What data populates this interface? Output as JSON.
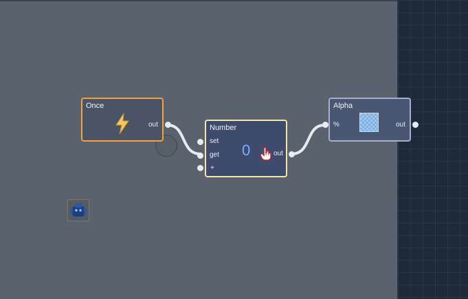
{
  "nodes": {
    "once": {
      "title": "Once",
      "out_label": "out",
      "icon": "lightning-icon",
      "border_color": "#f4a13e"
    },
    "number": {
      "title": "Number",
      "inputs": [
        "set",
        "get",
        "+"
      ],
      "value": "0",
      "out_label": "out",
      "border_color": "#f5e6a8"
    },
    "alpha": {
      "title": "Alpha",
      "in_label": "%",
      "out_label": "out",
      "icon": "transparency-checker-icon",
      "border_color": "#a7aed1"
    }
  },
  "cursor": {
    "icon": "hand-pointer-icon"
  },
  "misc": {
    "icon": "blue-robot-icon"
  },
  "colors": {
    "canvas": "#5a636d",
    "grid": "#1f2a38",
    "value": "#6fb2ff",
    "wire": "#e7eaee"
  }
}
